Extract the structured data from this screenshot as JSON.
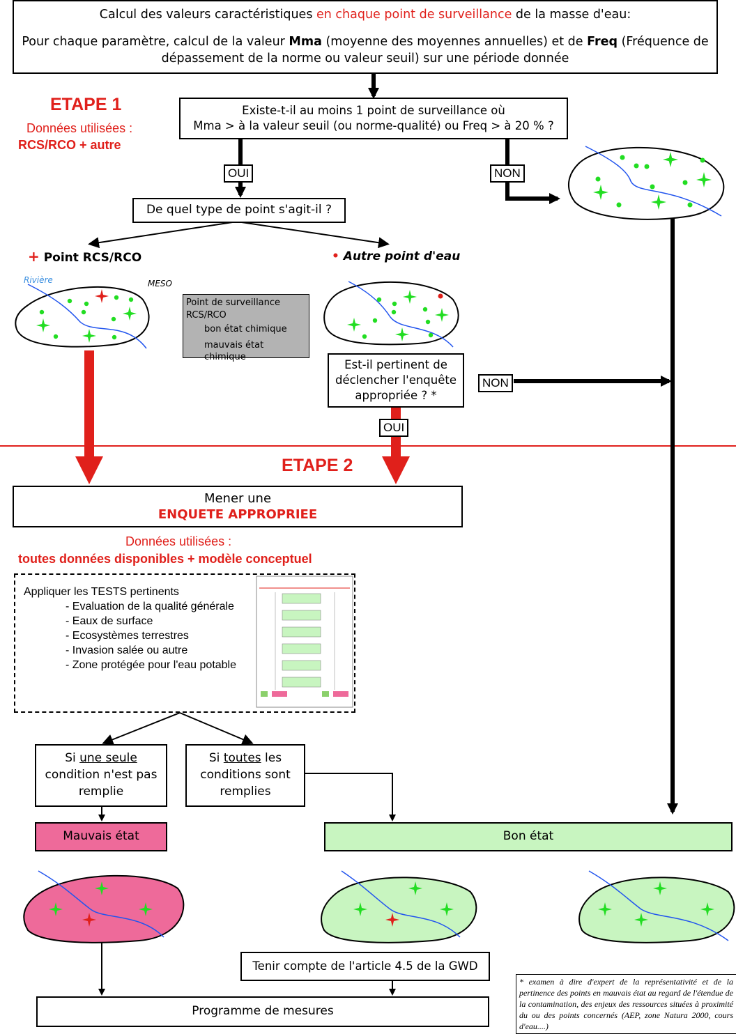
{
  "header": {
    "line1_a": "Calcul des valeurs caractéristiques ",
    "line1_red": "en chaque point de surveillance",
    "line1_b": " de la masse d'eau:",
    "line2_a": "Pour chaque paramètre, calcul de la valeur ",
    "line2_mma": "Mma",
    "line2_b": " (moyenne des moyennes annuelles) et de ",
    "line2_freq": "Freq",
    "line2_c": " (Fréquence de dépassement de la norme ou valeur seuil) sur une période donnée"
  },
  "etape1": {
    "title": "ETAPE 1",
    "data_label": "Données utilisées :",
    "data_value": "RCS/RCO + autre"
  },
  "question1": {
    "line1": "Existe-t-il au moins 1 point de surveillance où",
    "line2": "Mma > à la valeur seuil (ou norme-qualité) ou Freq > à 20 % ?"
  },
  "labels": {
    "oui": "OUI",
    "non": "NON"
  },
  "question2": "De quel type de point s'agit-il ?",
  "branches": {
    "rcs": "Point RCS/RCO",
    "rcs_symbol": "+",
    "autre": "Autre point d'eau",
    "autre_symbol": "•"
  },
  "map_labels": {
    "riviere": "Rivière",
    "meso": "MESO"
  },
  "legend": {
    "title": "Point de surveillance RCS/RCO",
    "good": "bon état chimique",
    "bad": "mauvais état chimique"
  },
  "question3": {
    "line1": "Est-il pertinent de",
    "line2": "déclencher l'enquête",
    "line3": "appropriée ? *"
  },
  "etape2": {
    "title": "ETAPE 2",
    "enquete_line1": "Mener une",
    "enquete_line2": "ENQUETE APPROPRIEE",
    "data_label": "Données utilisées :",
    "data_value": "toutes données disponibles + modèle conceptuel"
  },
  "tests": {
    "title": "Appliquer les TESTS pertinents",
    "items": [
      "- Evaluation de la qualité générale",
      "- Eaux de surface",
      "- Ecosystèmes terrestres",
      "- Invasion salée ou autre",
      "- Zone protégée pour l'eau potable"
    ]
  },
  "outcomes": {
    "single_a": "Si ",
    "single_u": "une seule",
    "single_b": "condition n'est pas remplie",
    "all_a": "Si ",
    "all_u": "toutes",
    "all_b": " les conditions sont remplies",
    "bad": "Mauvais état",
    "good": "Bon état"
  },
  "gwd": "Tenir compte de l'article 4.5 de la GWD",
  "programme": "Programme de mesures",
  "footnote": "* examen à dire d'expert de la représentativité et de la pertinence des points en mauvais état au regard de l'étendue de la contamination, des enjeux des ressources situées à proximité du ou des points concernés (AEP, zone Natura 2000, cours d'eau....)",
  "colors": {
    "red": "#e0201b",
    "green_star": "#22dd22",
    "river": "#2255ee",
    "bad_fill": "#ee6a9a",
    "good_fill": "#c8f5c0",
    "legend_bg": "#b3b3b3"
  }
}
